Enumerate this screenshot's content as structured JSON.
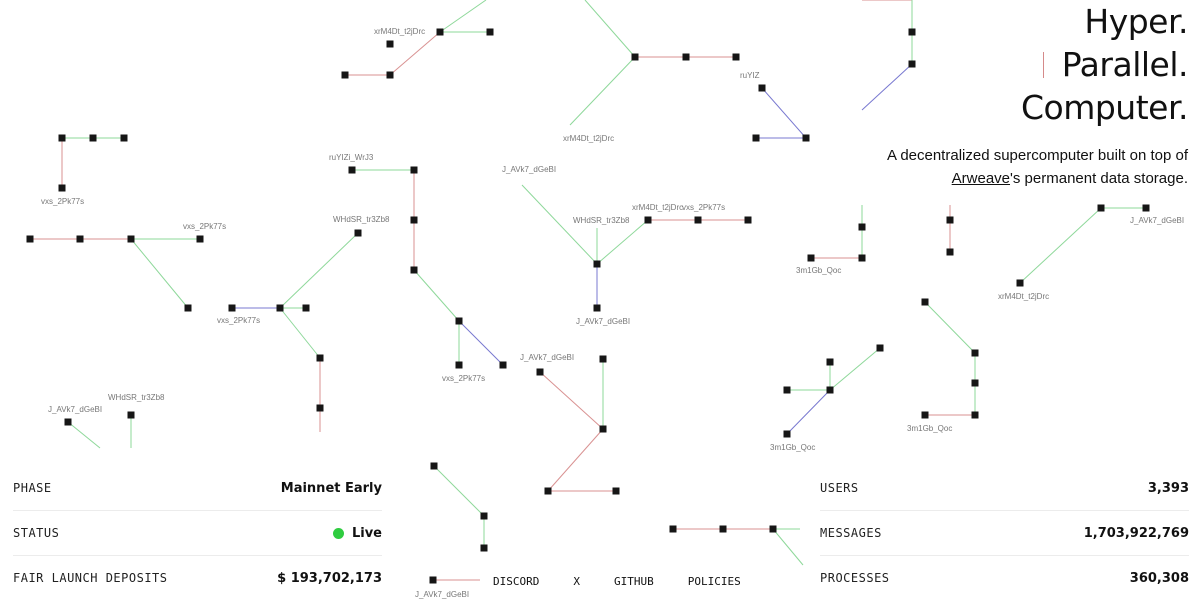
{
  "hero": {
    "lines": [
      "Hyper.",
      "Parallel.",
      "Computer."
    ],
    "tagline_text": "A decentralized supercomputer built on top of",
    "tagline_link": "Arweave",
    "tagline_suffix": "'s permanent data storage."
  },
  "stats_left": [
    {
      "label": "PHASE",
      "value": "Mainnet Early"
    },
    {
      "label": "STATUS",
      "value": "Live"
    },
    {
      "label": "FAIR LAUNCH DEPOSITS",
      "value": "$ 193,702,173"
    }
  ],
  "stats_right": [
    {
      "label": "USERS",
      "value": "3,393"
    },
    {
      "label": "MESSAGES",
      "value": "1,703,922,769"
    },
    {
      "label": "PROCESSES",
      "value": "360,308"
    }
  ],
  "footer_nav": [
    "DISCORD",
    "X",
    "GITHUB",
    "POLICIES"
  ],
  "colors": {
    "edge_red": "#d99292",
    "edge_green": "#8ed89a",
    "edge_blue": "#7878d0",
    "live": "#2fcc40"
  },
  "node_labels": [
    "xrM4Dt_t2jDrc",
    "xrM4Dt_t2jDrc",
    "ruYIZ",
    "vxs_2Pk77s",
    "vxs_2Pk77s",
    "ruYIZi_WrJ3",
    "WHdSR_tr3Zb8",
    "vxs_2Pk77s",
    "vxs_2Pk77s",
    "J_AVk7_dGeBI",
    "WHdSR_tr3Zb8",
    "xrM4Dt_t2jDrc",
    "vxs_2Pk77s",
    "J_AVk7_dGeBI",
    "J_AVk7_dGeBI",
    "J_AVk7_dGeBI",
    "WHdSR_tr3Zb8",
    "J_AVk7_dGeBI",
    "3m1Gb_Qoc",
    "xrM4Dt_t2jDrc",
    "3m1Gb_Qoc",
    "3m1Gb_Qoc",
    "J_AVk7_dGeBI"
  ]
}
